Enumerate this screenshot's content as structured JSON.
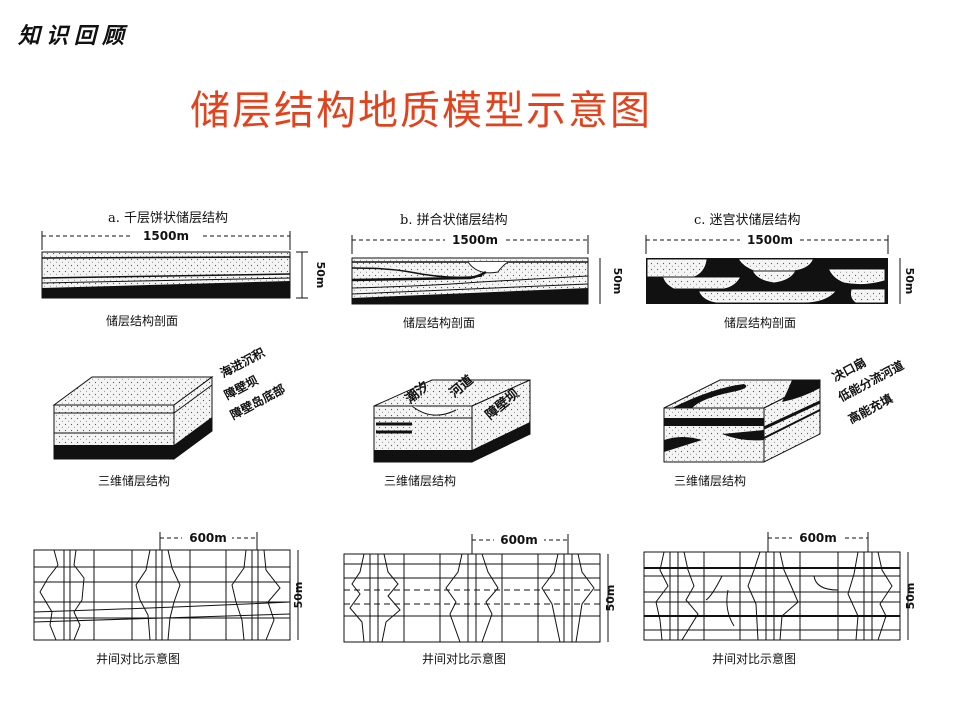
{
  "header": {
    "section_tag": "知识回顾"
  },
  "title": "储层结构地质模型示意图",
  "colors": {
    "title": "#e2421c",
    "ink": "#111111",
    "sand": "#f2f2f2"
  },
  "columns": [
    {
      "id": "a",
      "heading": "a.  千层饼状储层结构",
      "section": {
        "width_label": "1500m",
        "height_label": "50m",
        "caption": "储层结构剖面"
      },
      "block": {
        "caption": "三维储层结构",
        "notes": [
          "海进沉积",
          "障壁坝",
          "障壁岛底部"
        ]
      },
      "wells": {
        "spacing_label": "600m",
        "height_label": "50m",
        "caption": "井间对比示意图"
      }
    },
    {
      "id": "b",
      "heading": "b.  拼合状储层结构",
      "section": {
        "width_label": "1500m",
        "height_label": "50m",
        "caption": "储层结构剖面"
      },
      "block": {
        "caption": "三维储层结构",
        "inner_labels": [
          "潮汐",
          "河道",
          "障壁坝"
        ]
      },
      "wells": {
        "spacing_label": "600m",
        "height_label": "50m",
        "caption": "井间对比示意图"
      }
    },
    {
      "id": "c",
      "heading": "c.  迷宫状储层结构",
      "section": {
        "width_label": "1500m",
        "height_label": "50m",
        "caption": "储层结构剖面"
      },
      "block": {
        "caption": "三维储层结构",
        "notes": [
          "决口扇",
          "低能分流河道",
          "高能充填"
        ]
      },
      "wells": {
        "spacing_label": "600m",
        "height_label": "50m",
        "caption": "井间对比示意图"
      }
    }
  ]
}
